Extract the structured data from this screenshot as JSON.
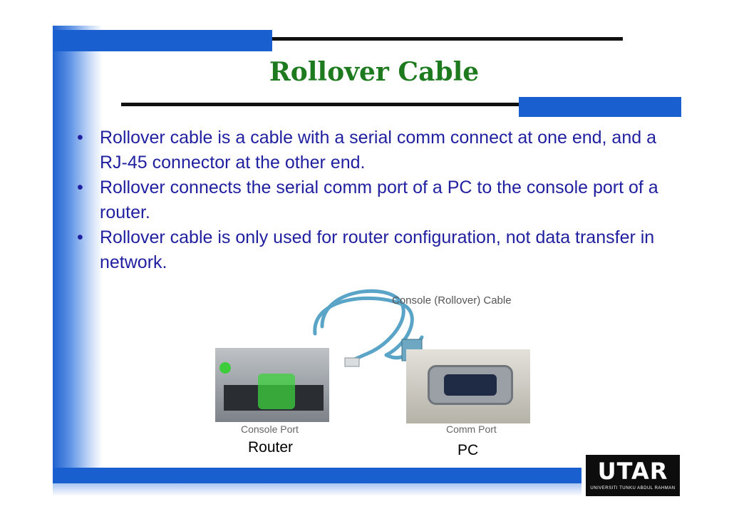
{
  "slide": {
    "title": "Rollover Cable",
    "bullets": [
      "Rollover cable is a cable with a serial comm connect at one end, and a RJ-45 connector at the other end.",
      "Rollover connects the serial comm port of a PC to the console port of a router.",
      "Rollover cable is only used for router configuration, not data transfer in network."
    ]
  },
  "figure": {
    "cable_label": "Console (Rollover) Cable",
    "console_port_label": "Console Port",
    "comm_port_label": "Comm Port",
    "router_caption": "Router",
    "pc_caption": "PC"
  },
  "logo": {
    "letters": "UTAR",
    "caption": "UNIVERSITI TUNKU ABDUL RAHMAN"
  },
  "colors": {
    "title": "#1e7a1e",
    "bullet_text": "#1f1fa0",
    "frame_blue": "#1a5fd0"
  }
}
